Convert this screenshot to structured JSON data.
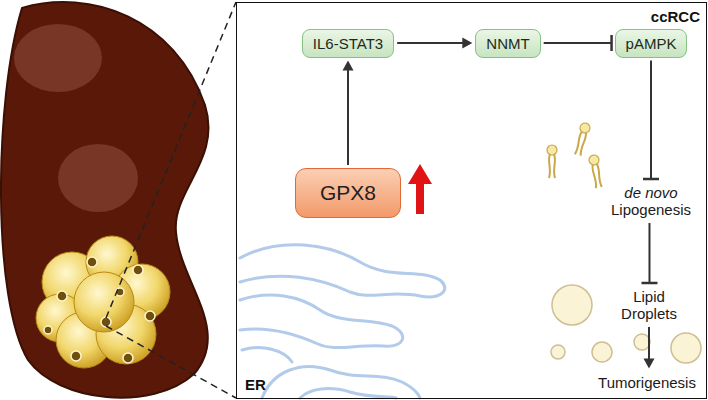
{
  "diagram": {
    "nodes": [
      {
        "text": [
          "ccRCC",
          "ER"
        ]
      },
      {
        "text": [
          "IL6-STAT3"
        ],
        "in": 0
      },
      {
        "text": [
          "NNMT"
        ],
        "in": 0
      },
      {
        "text": [
          "pAMPK"
        ],
        "in": 0
      },
      {
        "text": [
          "GPX8"
        ],
        "in": 0
      },
      {
        "text": [
          "de novo",
          "Lipogenesis"
        ],
        "in": 0
      },
      {
        "text": [
          "Lipid Droplets"
        ],
        "in": 0
      },
      {
        "text": [
          "Tumorigenesis"
        ],
        "in": 0
      }
    ],
    "edges": [
      {
        "from": 4,
        "to": 1,
        "arrow": "to"
      },
      {
        "from": 1,
        "to": 2,
        "arrow": "to"
      },
      {
        "from": 2,
        "to": 3,
        "arrow": "to"
      },
      {
        "from": 3,
        "to": 5,
        "arrow": "to"
      },
      {
        "from": 5,
        "to": 6,
        "arrow": "to"
      },
      {
        "from": 6,
        "to": 7,
        "arrow": "to"
      }
    ]
  }
}
